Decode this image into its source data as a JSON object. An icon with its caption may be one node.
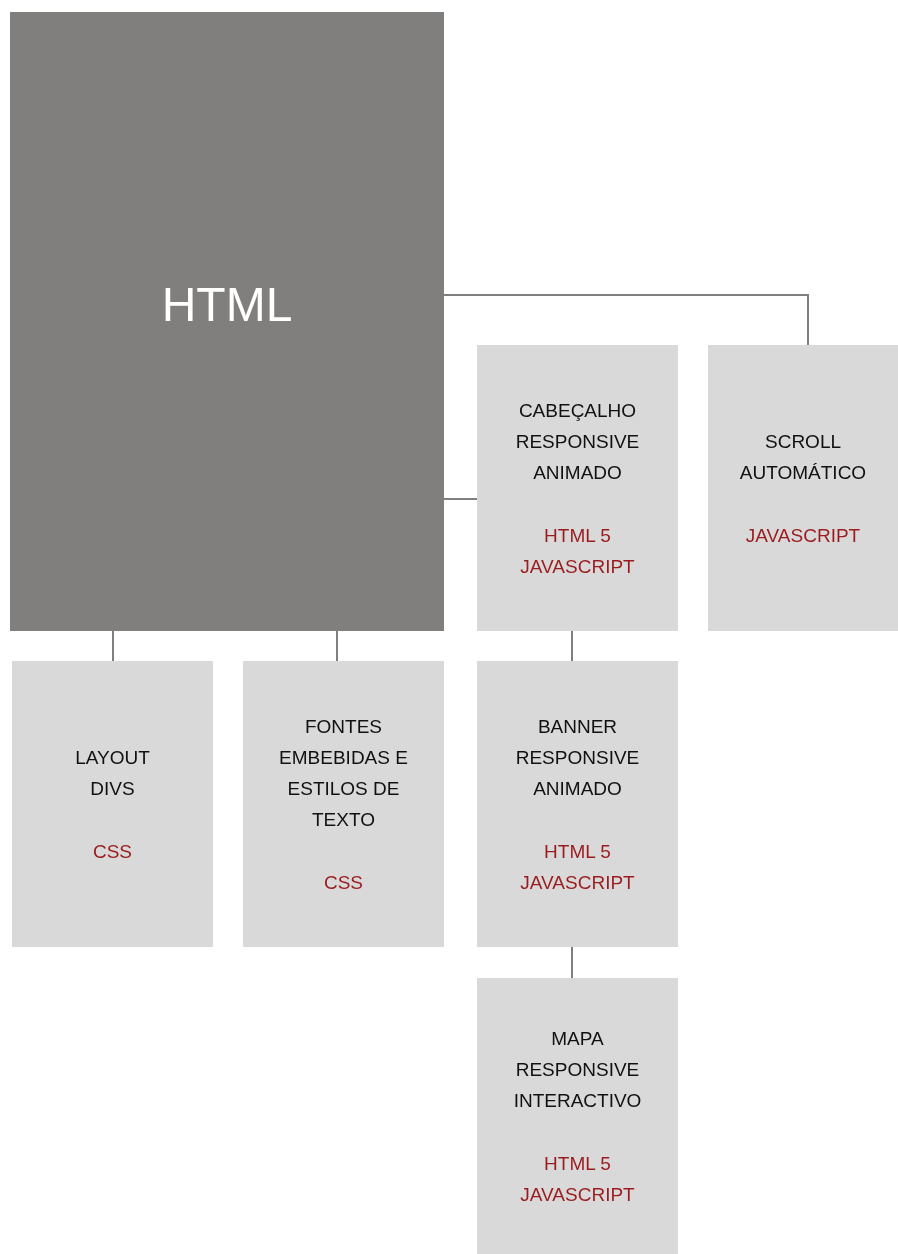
{
  "diagram": {
    "nodes": [
      {
        "text": [
          "HTML"
        ]
      },
      {
        "text": [
          "CABEÇALHO RESPONSIVE ANIMADO",
          "HTML 5 JAVASCRIPT"
        ]
      },
      {
        "text": [
          "SCROLL AUTOMÁTICO",
          "JAVASCRIPT"
        ]
      },
      {
        "text": [
          "LAYOUT DIVS",
          "CSS"
        ]
      },
      {
        "text": [
          "FONTES EMBEBIDAS E ESTILOS DE TEXTO",
          "CSS"
        ]
      },
      {
        "text": [
          "BANNER RESPONSIVE ANIMADO",
          "HTML 5 JAVASCRIPT"
        ]
      },
      {
        "text": [
          "MAPA RESPONSIVE INTERACTIVO",
          "HTML 5 JAVASCRIPT"
        ]
      }
    ],
    "edges": [
      {
        "from": 0,
        "to": 1,
        "arrow": "none"
      },
      {
        "from": 0,
        "to": 2,
        "arrow": "none"
      },
      {
        "from": 0,
        "to": 3,
        "arrow": "none"
      },
      {
        "from": 0,
        "to": 4,
        "arrow": "none"
      },
      {
        "from": 1,
        "to": 5,
        "arrow": "none"
      },
      {
        "from": 5,
        "to": 6,
        "arrow": "none"
      }
    ]
  }
}
